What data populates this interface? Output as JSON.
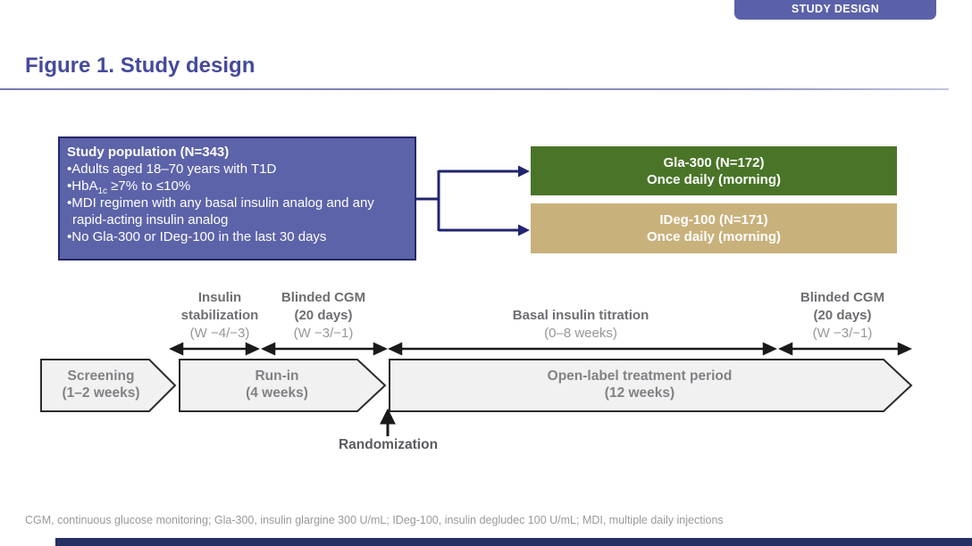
{
  "badge": {
    "label": "STUDY DESIGN"
  },
  "header": {
    "title": "Figure 1. Study design"
  },
  "population": {
    "header": "Study population (N=343)",
    "bullet1": "Adults aged 18–70 years with T1D",
    "hba": {
      "pre": "HbA",
      "sub": "1c",
      "post": " ≥7% to ≤10%"
    },
    "bullet3": "MDI regimen with any basal insulin analog and any rapid-acting insulin analog",
    "bullet4": "No Gla-300 or IDeg-100 in the last 30 days"
  },
  "arms": {
    "gla300": {
      "line1": "Gla-300 (N=172)",
      "line2": "Once daily (morning)"
    },
    "ideg100": {
      "line1": "IDeg-100 (N=171)",
      "line2": "Once daily (morning)"
    }
  },
  "phases": {
    "insulin_stabilization": {
      "line1": "Insulin",
      "line2": "stabilization",
      "sub": "(W −4/−3)"
    },
    "blinded_cgm_runin": {
      "line1": "Blinded CGM",
      "line2": "(20 days)",
      "sub": "(W −3/−1)"
    },
    "basal_titration": {
      "line1": "Basal insulin titration",
      "sub": "(0–8 weeks)"
    },
    "blinded_cgm_end": {
      "line1": "Blinded CGM",
      "line2": "(20 days)",
      "sub": "(W −3/−1)"
    }
  },
  "timeline": {
    "screening": {
      "line1": "Screening",
      "line2": "(1–2 weeks)"
    },
    "runin": {
      "line1": "Run-in",
      "line2": "(4 weeks)"
    },
    "open_label": {
      "line1": "Open-label treatment period",
      "line2": "(12 weeks)"
    }
  },
  "randomization": {
    "label": "Randomization"
  },
  "footnote": "CGM, continuous glucose monitoring; Gla-300, insulin glargine 300 U/mL; IDeg-100, insulin degludec 100 U/mL; MDI, multiple daily injections",
  "colors": {
    "accent_purple": "#5a61a8",
    "population_box": "#5c63a9",
    "arm_green": "#4a7528",
    "arm_tan": "#c9b17c",
    "connector_navy": "#21256f",
    "bottom_bar": "#243063"
  }
}
